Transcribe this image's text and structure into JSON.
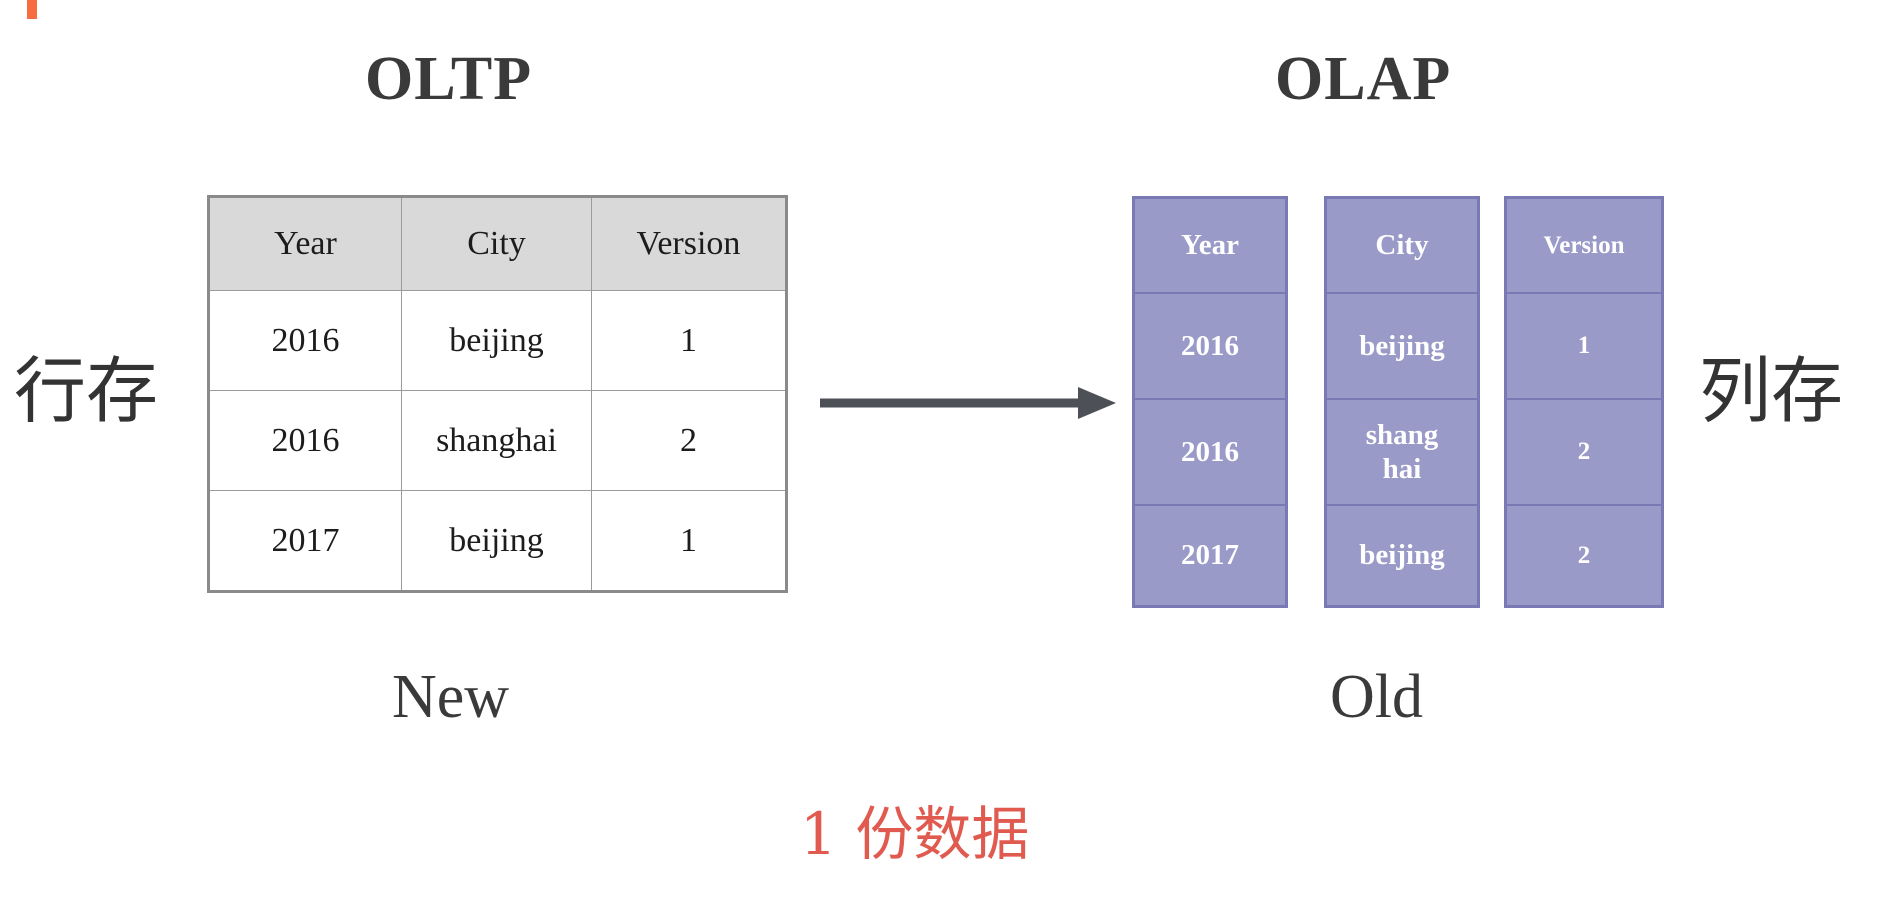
{
  "decor": {
    "orange_tick_color": "#F96B41"
  },
  "headings": {
    "left": "OLTP",
    "right": "OLAP"
  },
  "side_labels": {
    "left": "行存",
    "right": "列存"
  },
  "captions": {
    "left": "New",
    "right": "Old"
  },
  "bottom_note": "1 份数据",
  "arrow": {
    "direction": "right",
    "color": "#4d5157"
  },
  "colors": {
    "oltp_header_bg": "#D9D9D9",
    "oltp_border": "#8a8a8a",
    "olap_fill": "#9A9AC9",
    "olap_border": "#7979B4",
    "note_red": "#E05A50",
    "text_dark": "#3a3a3a"
  },
  "chart_data": {
    "type": "table",
    "title": "OLTP row storage vs OLAP column storage",
    "oltp": {
      "label": "OLTP",
      "storage": "行存",
      "caption": "New",
      "columns": [
        "Year",
        "City",
        "Version"
      ],
      "rows": [
        [
          "2016",
          "beijing",
          "1"
        ],
        [
          "2016",
          "shanghai",
          "2"
        ],
        [
          "2017",
          "beijing",
          "1"
        ]
      ]
    },
    "olap": {
      "label": "OLAP",
      "storage": "列存",
      "caption": "Old",
      "columns": [
        {
          "header": "Year",
          "values": [
            "2016",
            "2016",
            "2017"
          ]
        },
        {
          "header": "City",
          "values": [
            "beijing",
            "shang\nhai",
            "beijing"
          ]
        },
        {
          "header": "Version",
          "values": [
            "1",
            "2",
            "2"
          ]
        }
      ]
    },
    "annotation": "1 份数据"
  }
}
